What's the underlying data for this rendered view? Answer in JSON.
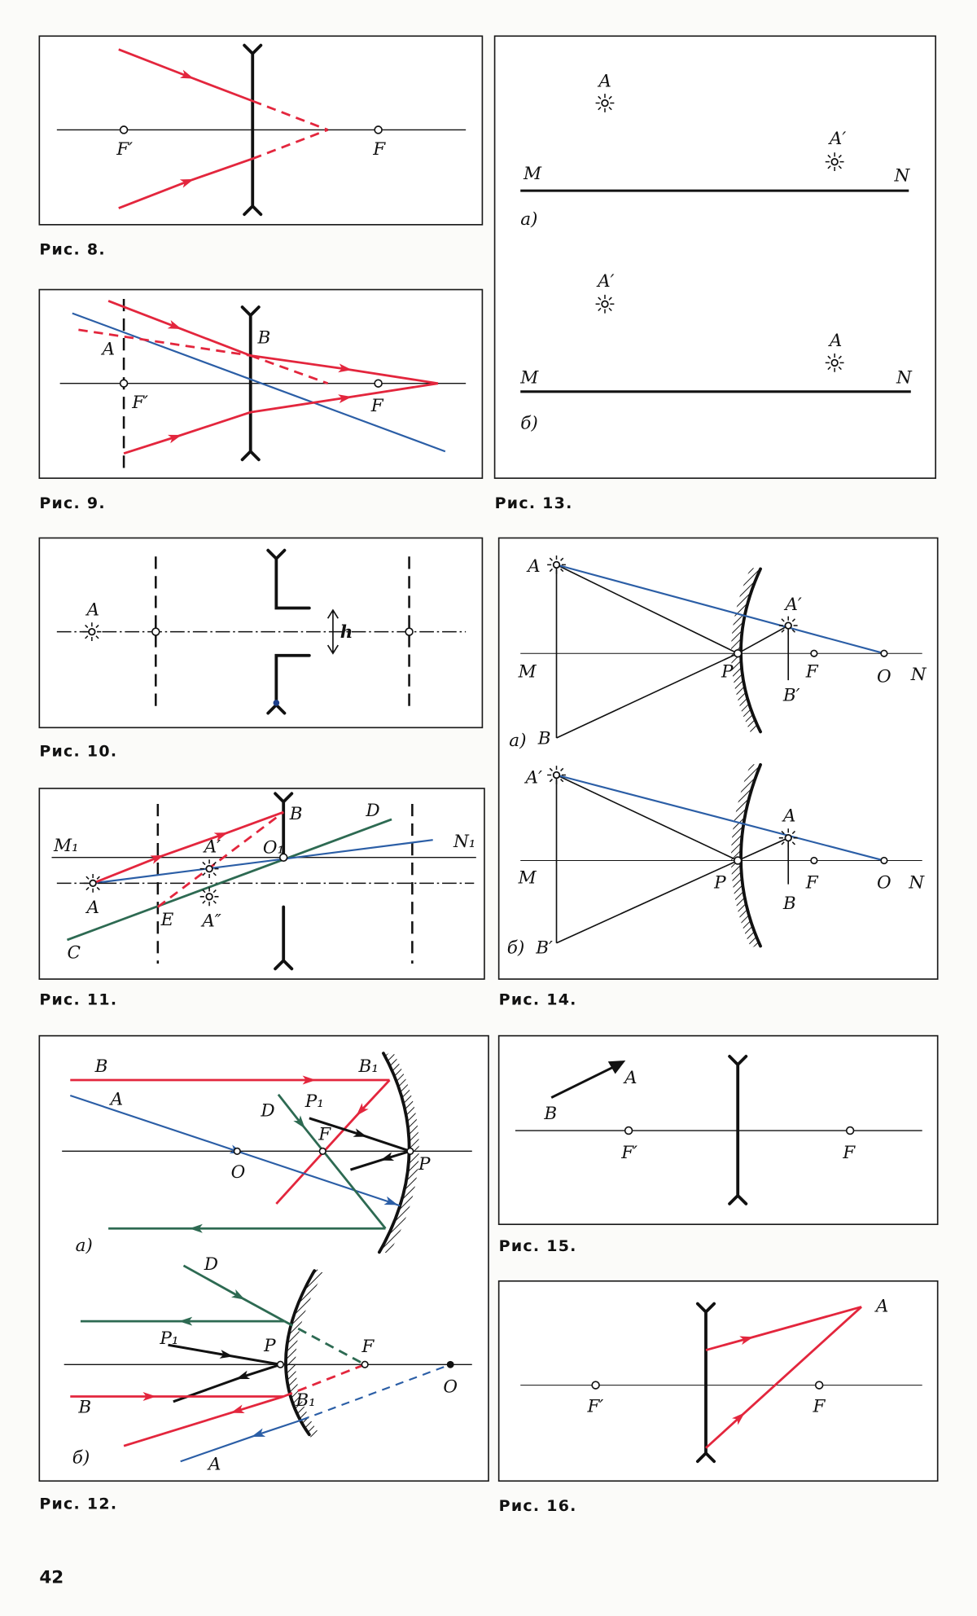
{
  "page_number": "42",
  "colors": {
    "red": "#e3263d",
    "blue": "#2b5ea6",
    "green": "#2d6a52"
  },
  "fig8": {
    "caption": "Рис. 8.",
    "F_prime": "F′",
    "F": "F"
  },
  "fig9": {
    "caption": "Рис. 9.",
    "A": "A",
    "B": "B",
    "F_prime": "F′",
    "F": "F"
  },
  "fig10": {
    "caption": "Рис. 10.",
    "A": "A",
    "h": "h"
  },
  "fig11": {
    "caption": "Рис. 11.",
    "M1": "M₁",
    "N1": "N₁",
    "A": "A",
    "A_prime": "A′",
    "A_double": "A″",
    "E": "E",
    "O1": "O₁",
    "B": "B",
    "C": "C",
    "D": "D"
  },
  "fig12": {
    "caption": "Рис. 12.",
    "a": {
      "part": "а)",
      "B": "B",
      "A": "A",
      "B1": "B₁",
      "D": "D",
      "P1": "P₁",
      "F": "F",
      "O": "O",
      "P": "P"
    },
    "b": {
      "part": "б)",
      "D": "D",
      "P1": "P₁",
      "P": "P",
      "F": "F",
      "O": "O",
      "B": "B",
      "B1": "B₁",
      "A": "A"
    }
  },
  "fig13": {
    "caption": "Рис. 13.",
    "a": {
      "part": "а)",
      "A": "A",
      "A_prime": "A′",
      "M": "M",
      "N": "N"
    },
    "b": {
      "part": "б)",
      "A_prime": "A′",
      "A": "A",
      "M": "M",
      "N": "N"
    }
  },
  "fig14": {
    "caption": "Рис. 14.",
    "a": {
      "part": "а)",
      "A": "A",
      "A_prime": "A′",
      "M": "M",
      "P": "P",
      "F": "F",
      "B_prime": "B′",
      "O": "O",
      "N": "N",
      "B": "B"
    },
    "b": {
      "part": "б)",
      "A_prime": "A′",
      "A": "A",
      "M": "M",
      "P": "P",
      "F": "F",
      "B": "B",
      "O": "O",
      "N": "N",
      "B_prime": "B′"
    }
  },
  "fig15": {
    "caption": "Рис. 15.",
    "A": "A",
    "B": "B",
    "F_prime": "F′",
    "F": "F"
  },
  "fig16": {
    "caption": "Рис. 16.",
    "A": "A",
    "F_prime": "F′",
    "F": "F"
  }
}
